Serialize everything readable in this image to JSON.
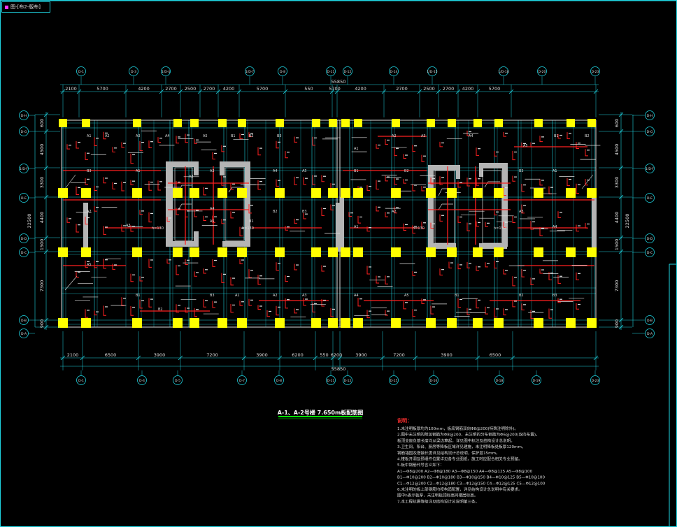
{
  "tab_label": "图-[布2-版布]",
  "top_axes": [
    "D-1",
    "D-3",
    "1/D-4",
    "1/D-7",
    "D-8",
    "D-11",
    "D-12",
    "D-14",
    "1/D-15",
    "1/D-18",
    "D-20",
    "D-23"
  ],
  "bottom_axes": [
    "D-1",
    "D-4",
    "D-5",
    "D-7",
    "D-8",
    "D-11",
    "D-12",
    "D-15",
    "D-16",
    "D-18",
    "D-19",
    "D-23"
  ],
  "left_axes": [
    "D-H",
    "D-G",
    "1/D-F",
    "D-E",
    "D-D",
    "D-C",
    "D-B",
    "D-A"
  ],
  "right_axes": [
    "D-H",
    "D-G",
    "1/D-F",
    "D-E",
    "D-D",
    "D-C",
    "D-B",
    "D-A"
  ],
  "top_dims": [
    "2100",
    "5700",
    "4200",
    "2700",
    "2500",
    "2700",
    "4200",
    "5700",
    "550",
    "5700",
    "4200",
    "2700",
    "2500",
    "2700",
    "4200",
    "5700"
  ],
  "top_total": "55850",
  "bottom_dims": [
    "2100",
    "6500",
    "3900",
    "7200",
    "3900",
    "6200",
    "550",
    "6200",
    "3900",
    "7200",
    "3900",
    "6500"
  ],
  "bottom_total": "55850",
  "left_dims": [
    "600",
    "4500",
    "3300",
    "4400",
    "1500",
    "7300",
    "900"
  ],
  "left_total": "22500",
  "right_dims": [
    "600",
    "4500",
    "3300",
    "4400",
    "1500",
    "7300",
    "900"
  ],
  "right_total": "22500",
  "plan_labels": [
    "A1",
    "A2",
    "A3",
    "A4",
    "A5",
    "B1",
    "B2",
    "B3",
    "h=130"
  ],
  "drawing_title": "A-1、A-2号楼 7.650m板配筋图",
  "notes_heading": "说明：",
  "notes": [
    "1.未注明板厚均为100mm，板底钢筋双向Φ8@200(特殊注明除外)。",
    "2.图中未注明的附加钢筋为Φ8@200，未注明的分布钢筋为Φ6@200(双向布置)。",
    "  板顶支座负筋长度均从梁边算起，详见图中标注及结构设计总说明。",
    "3.卫生间、阳台、厨房等降板区域详见建施，未注明降板处板厚120mm，",
    "  钢筋锚固及搭接长度详见结构设计总说明，保护层15mm。",
    "4.楼板开洞及预埋件位置详见各专业图纸，施工时应配合相关专业预留。",
    "5.板中钢筋代号含义如下：",
    "  A1—Φ8@200 A2—Φ8@180 A3—Φ8@150 A4—Φ8@125 A5—Φ8@100",
    "  B1—Φ10@200 B2—Φ10@180 B3—Φ10@150 B4—Φ10@125 B5—Φ10@100",
    "  C1—Φ12@200 C2—Φ12@180 C3—Φ12@150 C4—Φ12@125 C5—Φ12@100",
    "6.未注明的板上部钢筋均按构造配置，详见结构设计总说明中有关要求。",
    "  图中h表示板厚，未注明板顶标高同楼层标高。",
    "7.本工程抗震等级详见结构设计总说明第三条。"
  ]
}
